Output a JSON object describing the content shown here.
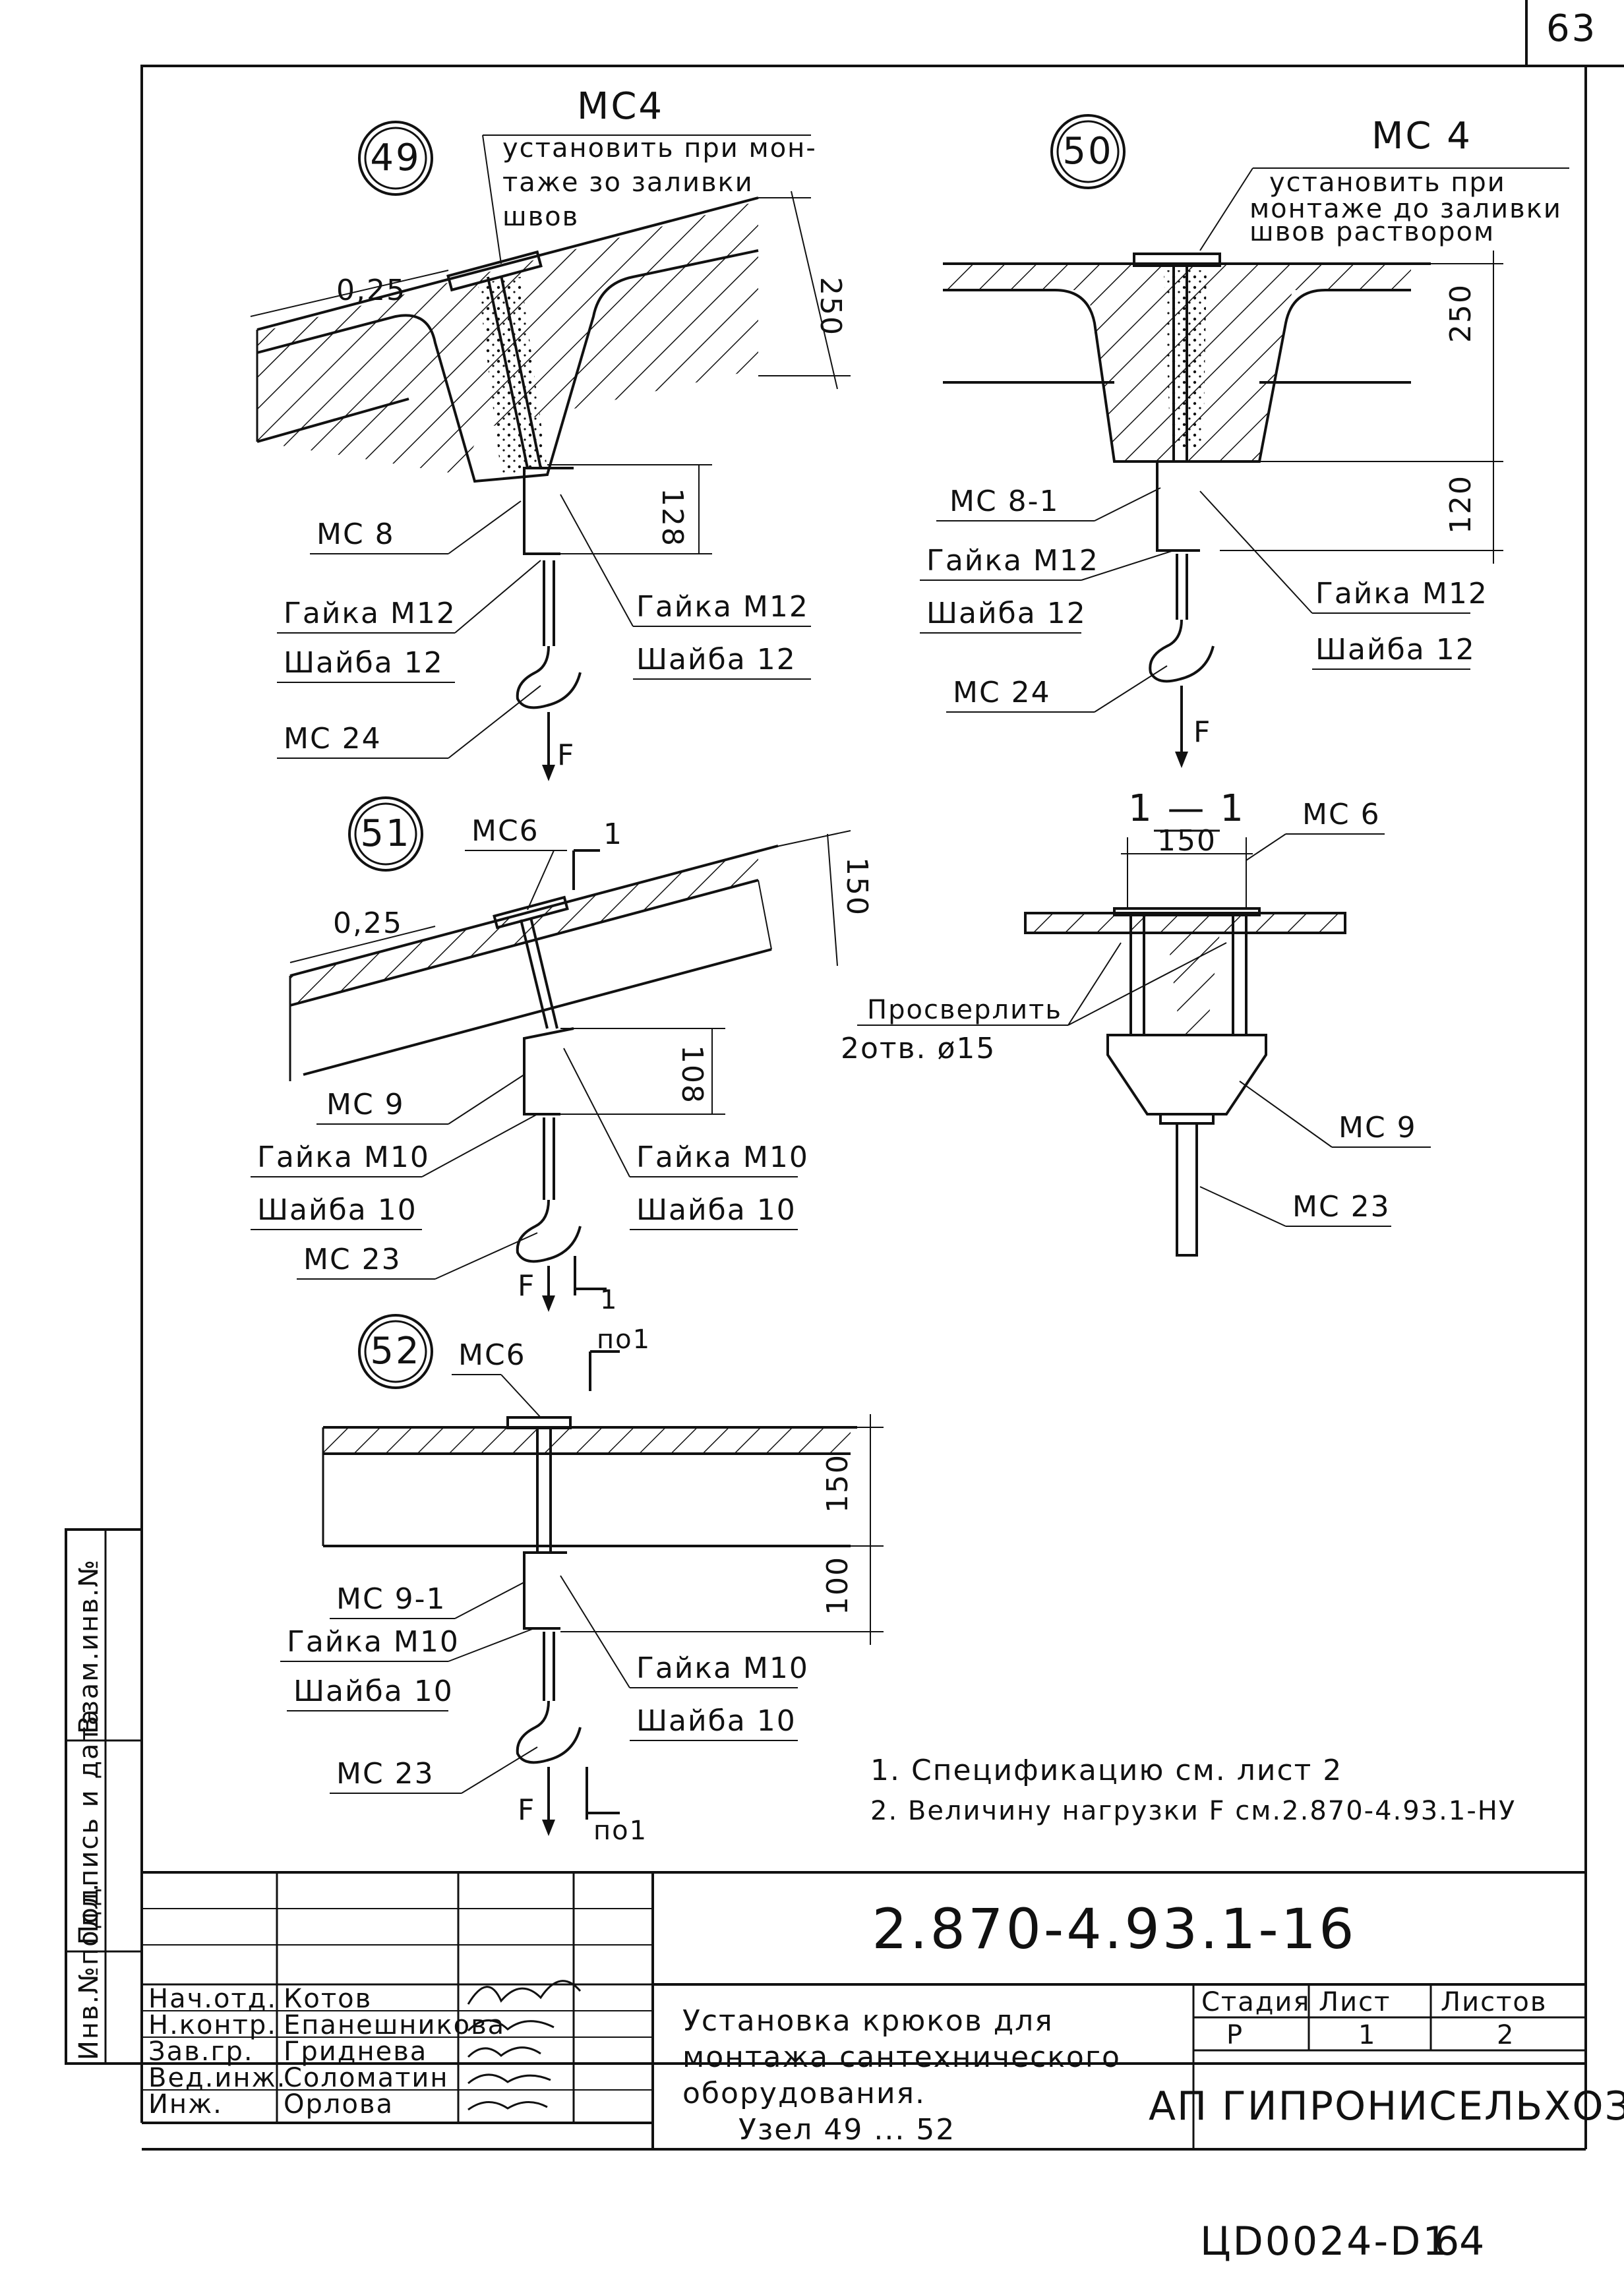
{
  "sheet_number_top": "63",
  "sheet_number_bottom": "64",
  "archive_code": "ЦD0024-D1",
  "drawing_code": "2.870-4.93.1-16",
  "title": [
    "Установка крюков для",
    "монтажа сантехнического",
    "оборудования.",
    "Узел  49 ... 52"
  ],
  "organization": "АП ГИПРОНИСЕЛЬХОЗ",
  "stage_header": {
    "stage": "Стадия",
    "sheet": "Лист",
    "sheets": "Листов"
  },
  "stage_values": {
    "stage": "Р",
    "sheet": "1",
    "sheets": "2"
  },
  "signatures": [
    {
      "role": "Нач.отд.",
      "name": "Котов"
    },
    {
      "role": "Н.контр.",
      "name": "Епанешникова"
    },
    {
      "role": "Зав.гр.",
      "name": "Гриднева"
    },
    {
      "role": "Вед.инж.",
      "name": "Соломатин"
    },
    {
      "role": "Инж.",
      "name": "Орлова"
    }
  ],
  "side_labels": [
    "Инв.№подл.",
    "Подпись и дата",
    "Взам.инв.№"
  ],
  "notes": [
    "1. Спецификацию см. лист 2",
    "2. Величину нагрузки F см.2.870-4.93.1-НУ"
  ],
  "node49": {
    "number": "49",
    "mc4": "МС4",
    "mc4_note": [
      "установить при мон-",
      "таже зо заливки",
      "швов"
    ],
    "slope": "0,25",
    "dim_250": "250",
    "dim_128": "128",
    "mc8": "МС 8",
    "nut_left": "Гайка М12",
    "washer_left": "Шайба 12",
    "nut_right": "Гайка М12",
    "washer_right": "Шайба 12",
    "mc24": "МС 24",
    "force": "F"
  },
  "node50": {
    "number": "50",
    "mc4": "МС 4",
    "mc4_note": [
      "установить при",
      "монтаже до заливки",
      "швов раствором"
    ],
    "dim_250": "250",
    "dim_120": "120",
    "mc8": "МС 8-1",
    "nut_left": "Гайка М12",
    "washer_left": "Шайба 12",
    "nut_right": "Гайка М12",
    "washer_right": "Шайба 12",
    "mc24": "МС 24",
    "force": "F"
  },
  "node51": {
    "number": "51",
    "mc6": "МС6",
    "section": "1",
    "slope": "0,25",
    "dim_150": "150",
    "dim_108": "108",
    "mc9": "МС 9",
    "nut_left": "Гайка М10",
    "washer_left": "Шайба 10",
    "nut_right": "Гайка М10",
    "washer_right": "Шайба 10",
    "mc23": "МС 23",
    "force": "F"
  },
  "section11": {
    "title": "1 — 1",
    "dim_150": "150",
    "mc6": "МС 6",
    "drill": [
      "Просверлить",
      "2отв. ø15"
    ],
    "mc9": "МС 9",
    "mc23": "МС 23"
  },
  "node52": {
    "number": "52",
    "mc6": "МС6",
    "section": "по1",
    "dim_150": "150",
    "dim_100": "100",
    "mc9": "МС 9-1",
    "nut_left": "Гайка М10",
    "washer_left": "Шайба 10",
    "nut_right": "Гайка М10",
    "washer_right": "Шайба 10",
    "mc23": "МС 23",
    "force": "F"
  }
}
